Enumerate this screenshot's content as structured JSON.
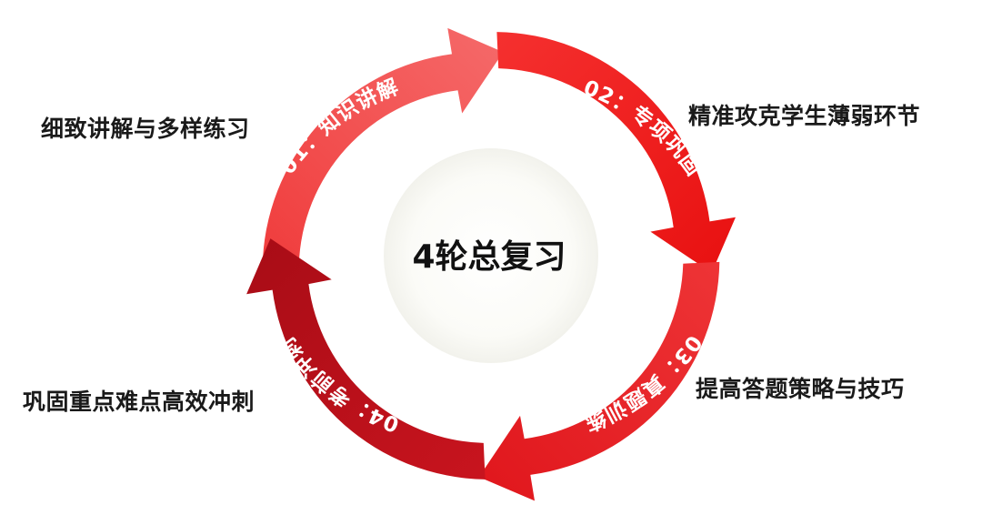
{
  "center": {
    "title": "4轮总复习"
  },
  "stages": [
    {
      "label": "01：知识讲解",
      "description": "细致讲解与多样练习",
      "color": "#ef4b4b"
    },
    {
      "label": "02：专项巩固",
      "description": "精准攻克学生薄弱环节",
      "color": "#f01c1c"
    },
    {
      "label": "03：真题训练",
      "description": "提高答题策略与技巧",
      "color": "#e8282a"
    },
    {
      "label": "04：考前冲刺",
      "description": "巩固重点难点高效冲刺",
      "color": "#b5101a"
    }
  ]
}
